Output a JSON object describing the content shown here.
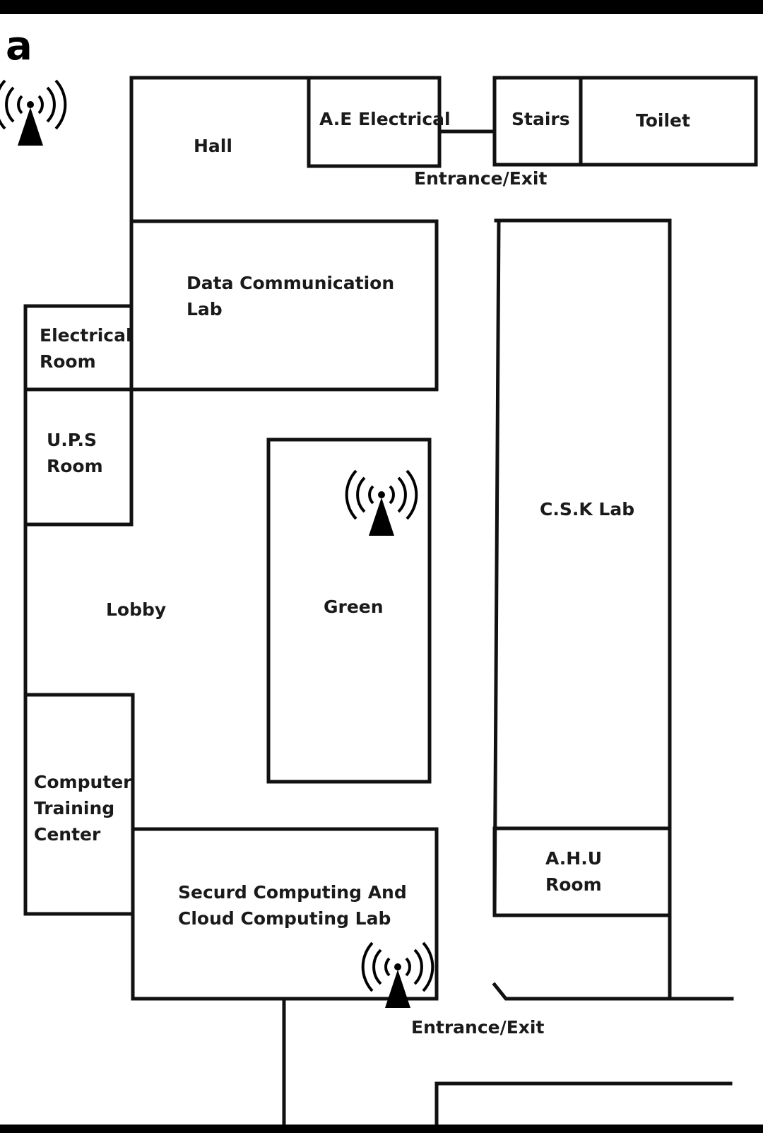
{
  "figure": {
    "panel_letter": "a",
    "rooms": {
      "hall": "Hall",
      "ae_electrical": "A.E Electrical",
      "stairs": "Stairs",
      "toilet": "Toilet",
      "entrance_top": "Entrance/Exit",
      "data_comm_lab": "Data Communication\nLab",
      "electrical_room": "Electrical\nRoom",
      "ups_room": "U.P.S\nRoom",
      "csk_lab": "C.S.K Lab",
      "lobby": "Lobby",
      "green": "Green",
      "computer_training": "Computer\nTraining\nCenter",
      "ahu_room": "A.H.U\nRoom",
      "secure_lab": "Securd Computing And\nCloud Computing Lab",
      "entrance_bottom": "Entrance/Exit"
    },
    "icons": [
      "wifi-antenna-icon",
      "wifi-antenna-icon",
      "wifi-antenna-icon"
    ],
    "colors": {
      "ink": "#111111",
      "background": "#ffffff"
    }
  }
}
